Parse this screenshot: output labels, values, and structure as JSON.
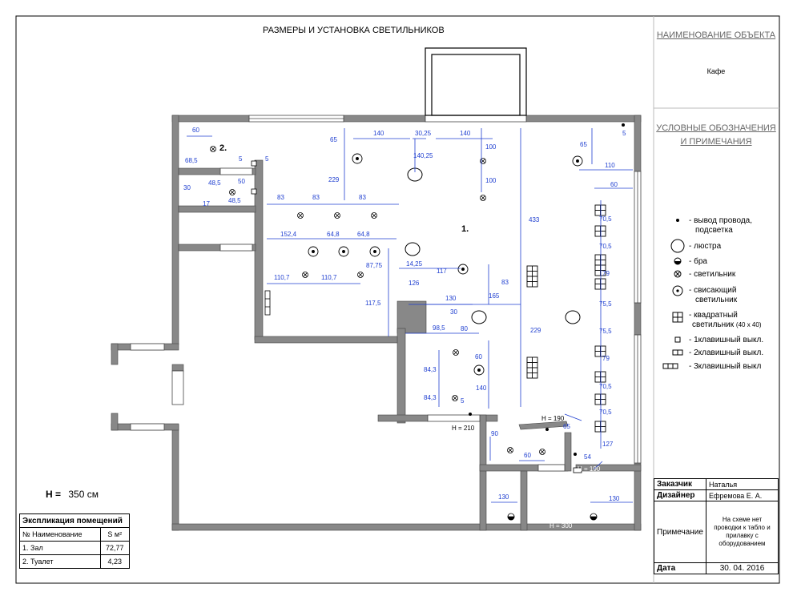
{
  "header": {
    "title": "РАЗМЕРЫ И УСТАНОВКА СВЕТИЛЬНИКОВ"
  },
  "side_panel": {
    "object_heading": "НАИМЕНОВАНИЕ ОБЪЕКТА",
    "object_name": "Кафе",
    "legend_heading_1": "УСЛОВНЫЕ ОБОЗНАЧЕНИЯ",
    "legend_heading_2": "И ПРИМЕЧАНИЯ",
    "legend": [
      {
        "icon": "dot-icon",
        "label": "- вывод провода,",
        "label2": "подсветка"
      },
      {
        "icon": "chandelier-icon",
        "label": "- люстра"
      },
      {
        "icon": "sconce-icon",
        "label": "- бра"
      },
      {
        "icon": "lamp-icon",
        "label": "- светильник"
      },
      {
        "icon": "pendant-lamp-icon",
        "label": "- свисающий",
        "label2": "светильник"
      },
      {
        "icon": "square-lamp-icon",
        "label": "- квадратный",
        "label2": "светильник",
        "note": "(40 x 40)"
      },
      {
        "icon": "switch-1-icon",
        "label": "- 1клавишный выкл."
      },
      {
        "icon": "switch-2-icon",
        "label": "- 2клавишный выкл."
      },
      {
        "icon": "switch-3-icon",
        "label": "- 3клавишный выкл"
      }
    ]
  },
  "stamp": {
    "customer_label": "Заказчик",
    "customer_value": "Наталья",
    "designer_label": "Дизайнер",
    "designer_value": "Ефремова Е. А.",
    "note_label": "Примечание",
    "note_value": "На схеме нет проводки к табло и прилавку с оборудованием",
    "date_label": "Дата",
    "date_value": "30. 04. 2016"
  },
  "height_note": {
    "label": "Н =",
    "value": "350 см"
  },
  "explication": {
    "title": "Экспликация помещений",
    "col_name": "№ Наименование",
    "col_area": "S м²",
    "rows": [
      {
        "name": "1. Зал",
        "area": "72,77"
      },
      {
        "name": "2. Туалет",
        "area": "4,23"
      }
    ]
  },
  "room_labels": [
    "1.",
    "2."
  ],
  "dimensions": [
    "60",
    "68,5",
    "5",
    "5",
    "30",
    "48,5",
    "50",
    "17",
    "48,5",
    "65",
    "229",
    "140",
    "30,25",
    "140,25",
    "140",
    "100",
    "100",
    "65",
    "110",
    "60",
    "83",
    "83",
    "83",
    "152,4",
    "64,8",
    "64,8",
    "110,7",
    "110,7",
    "87,75",
    "117,5",
    "14,25",
    "117",
    "126",
    "433",
    "83",
    "130",
    "165",
    "30",
    "98,5",
    "80",
    "84,3",
    "60",
    "84,3",
    "140",
    "5",
    "229",
    "70,5",
    "70,5",
    "79",
    "75,5",
    "75,5",
    "79",
    "70,5",
    "70,5",
    "127",
    "65",
    "90",
    "60",
    "54",
    "130",
    "130",
    "5"
  ],
  "height_marks": [
    "H = 190",
    "H = 210",
    "H = 190",
    "H = 300"
  ]
}
